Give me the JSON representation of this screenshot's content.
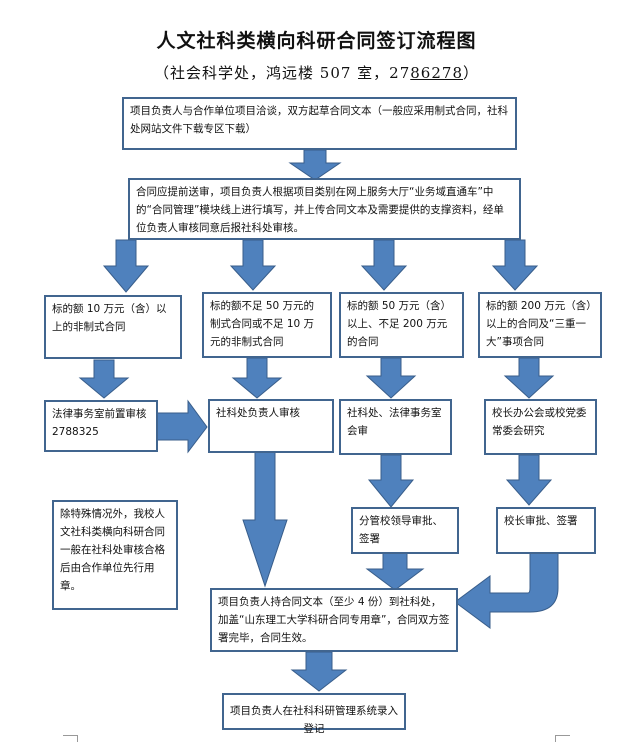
{
  "title": "人文社科类横向科研合同签订流程图",
  "subtitle": {
    "prefix": "（社会科学处，鸿远楼 507 室，27",
    "underlined": "86278",
    "suffix": "）"
  },
  "colors": {
    "arrow_fill": "#4f81bd",
    "arrow_stroke": "#385d8a",
    "box_border": "#41658f"
  },
  "steps": {
    "negotiate": "项目负责人与合作单位项目洽谈，双方起草合同文本（一般应采用制式合同，社科处网站文件下载专区下载）",
    "submit": "合同应提前送审，项目负责人根据项目类别在网上服务大厅“业务域直通车”中的“合同管理”模块线上进行填写，并上传合同文本及需要提供的支撑资料，经单位负责人审核同意后报社科处审核。",
    "branch_1": "标的额 10 万元（含）以上的非制式合同",
    "branch_2": "标的额不足 50 万元的制式合同或不足 10 万元的非制式合同",
    "branch_3": "标的额 50 万元（含）以上、不足 200 万元的合同",
    "branch_4": "标的额 200 万元（含）以上的合同及“三重一大”事项合同",
    "legal_review": "法律事务室前置审核 2788325",
    "dept_review": "社科处负责人审核",
    "joint_review": "社科处、法律事务室会审",
    "president_meeting": "校长办公会或校党委常委会研究",
    "note": "除特殊情况外，我校人文社科类横向科研合同一般在社科处审核合格后由合作单位先行用章。",
    "vp_approval": "分管校领导审批、签署",
    "president_approval": "校长审批、签署",
    "seal": "项目负责人持合同文本（至少 4 份）到社科处，加盖“山东理工大学科研合同专用章”，合同双方签署完毕，合同生效。",
    "register": "项目负责人在社科科研管理系统录入登记"
  }
}
